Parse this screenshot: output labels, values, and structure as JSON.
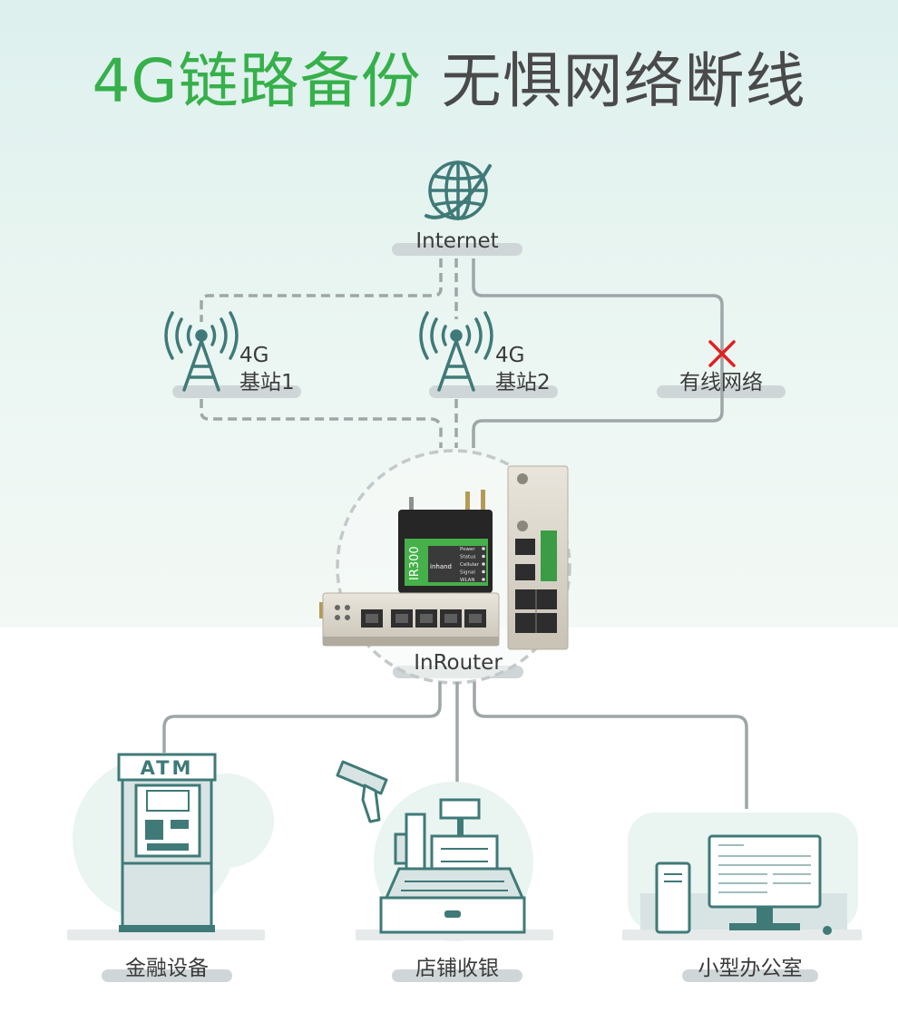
{
  "title": {
    "part1": "4G链路备份",
    "part2": "无惧网络断线"
  },
  "nodes": {
    "internet": {
      "label": "Internet",
      "icon": "globe-icon"
    },
    "tower1": {
      "line1": "4G",
      "line2": "基站1",
      "icon": "cell-tower-icon"
    },
    "tower2": {
      "line1": "4G",
      "line2": "基站2",
      "icon": "cell-tower-icon"
    },
    "wired": {
      "label": "有线网络",
      "status_icon": "red-x-icon"
    },
    "router": {
      "label": "InRouter",
      "device_model": "IR300",
      "device_brand": "inhand",
      "panel_leds": [
        "Power",
        "Status",
        "Cellular",
        "Signal",
        "WLAN"
      ]
    }
  },
  "endpoints": {
    "finance": {
      "label": "金融设备",
      "device_text": "ATM"
    },
    "retail": {
      "label": "店铺收银"
    },
    "office": {
      "label": "小型办公室"
    }
  },
  "colors": {
    "accent_green": "#36b04a",
    "title_gray": "#4a4a4a",
    "line_gray": "#9ea6a8",
    "device_teal": "#3f7a78",
    "alert_red": "#e02020"
  }
}
